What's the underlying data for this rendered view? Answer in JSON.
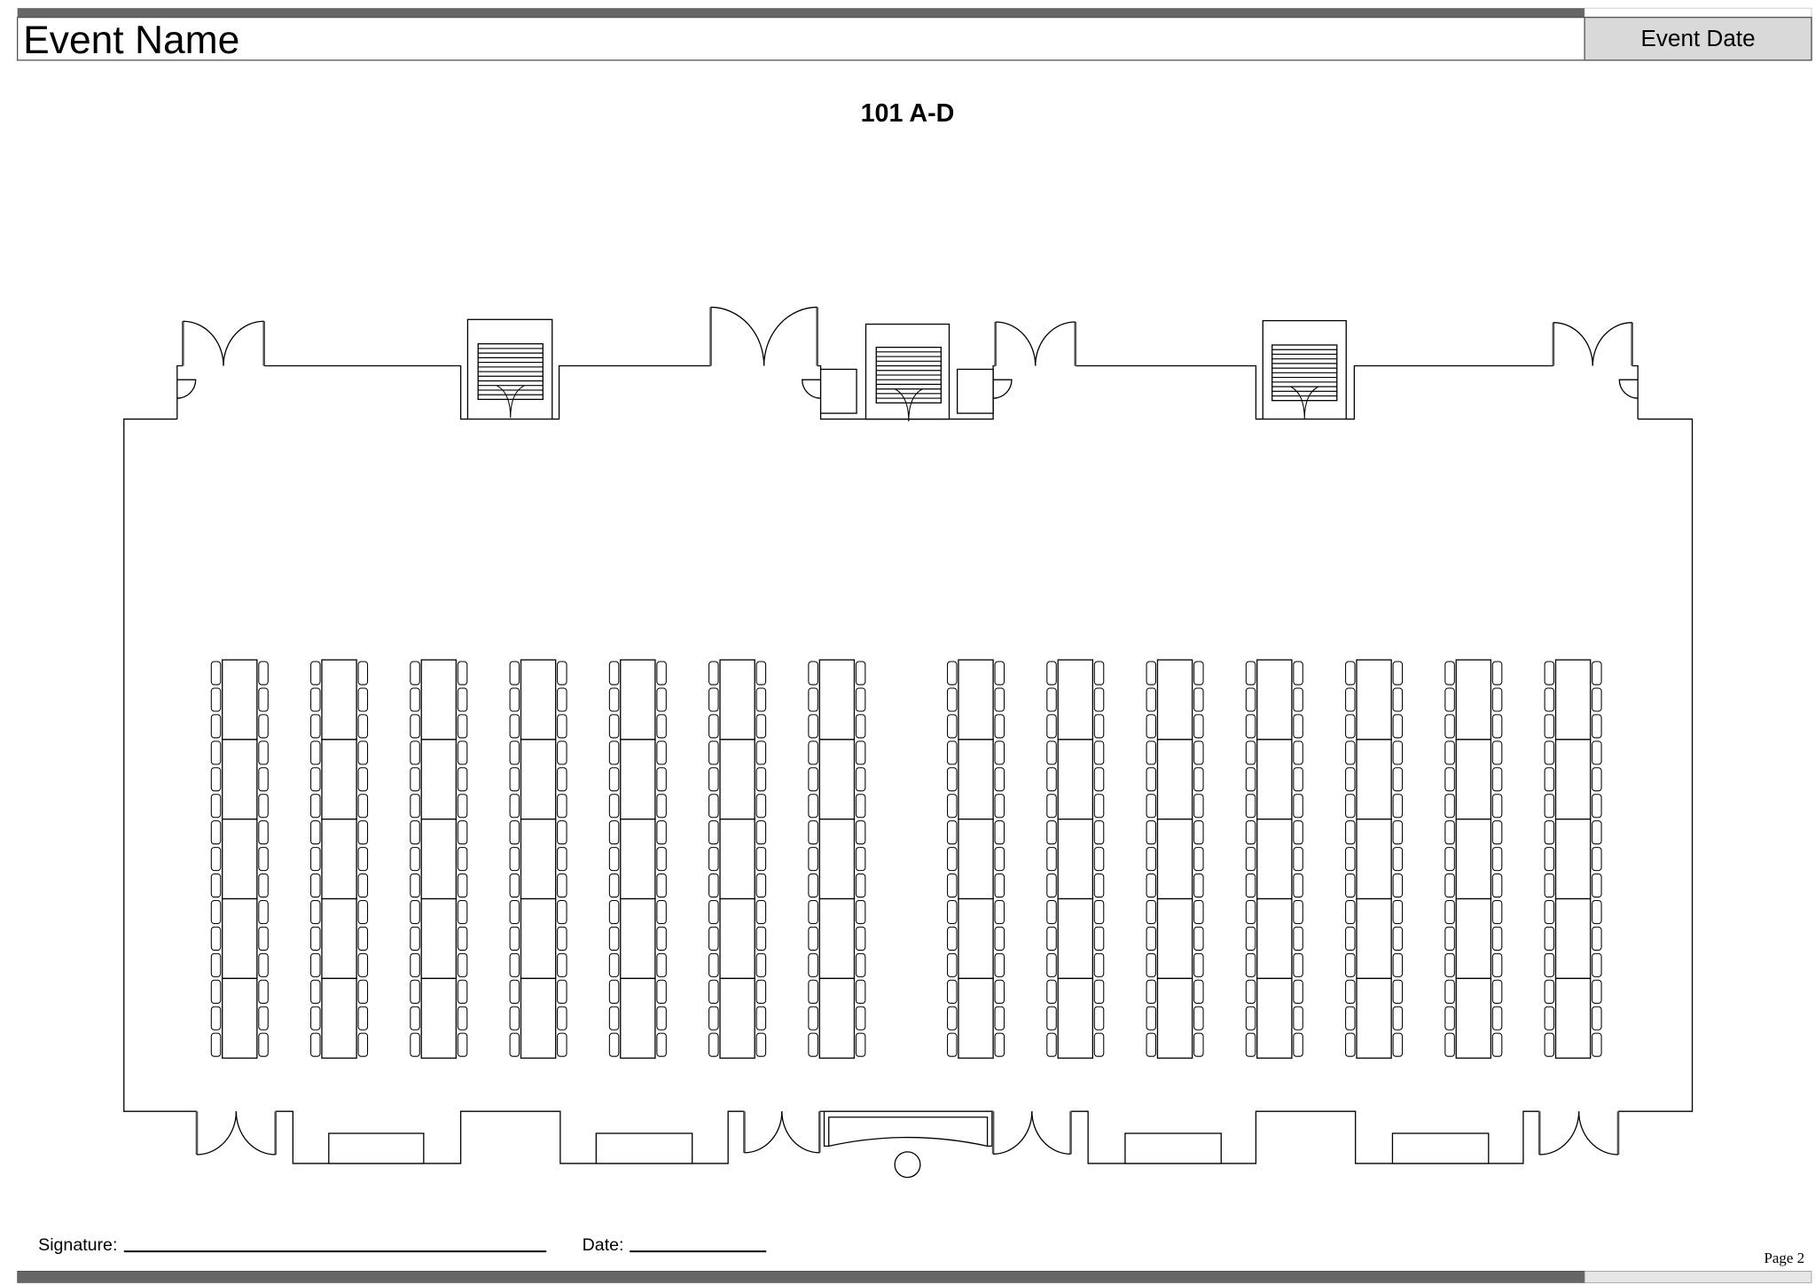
{
  "header": {
    "event_name": "Event Name",
    "event_date": "Event Date"
  },
  "room": {
    "title": "101 A-D"
  },
  "layout": {
    "style": "classroom",
    "columns": 14,
    "tables_per_column": 5,
    "chairs_per_side_per_table": 3
  },
  "footer": {
    "signature_label": "Signature:",
    "date_label": "Date:",
    "page_label": "Page 2"
  },
  "colors": {
    "bar_dark": "#666666",
    "date_box": "#d9d9d9",
    "bar_light": "#e6e6e6"
  }
}
